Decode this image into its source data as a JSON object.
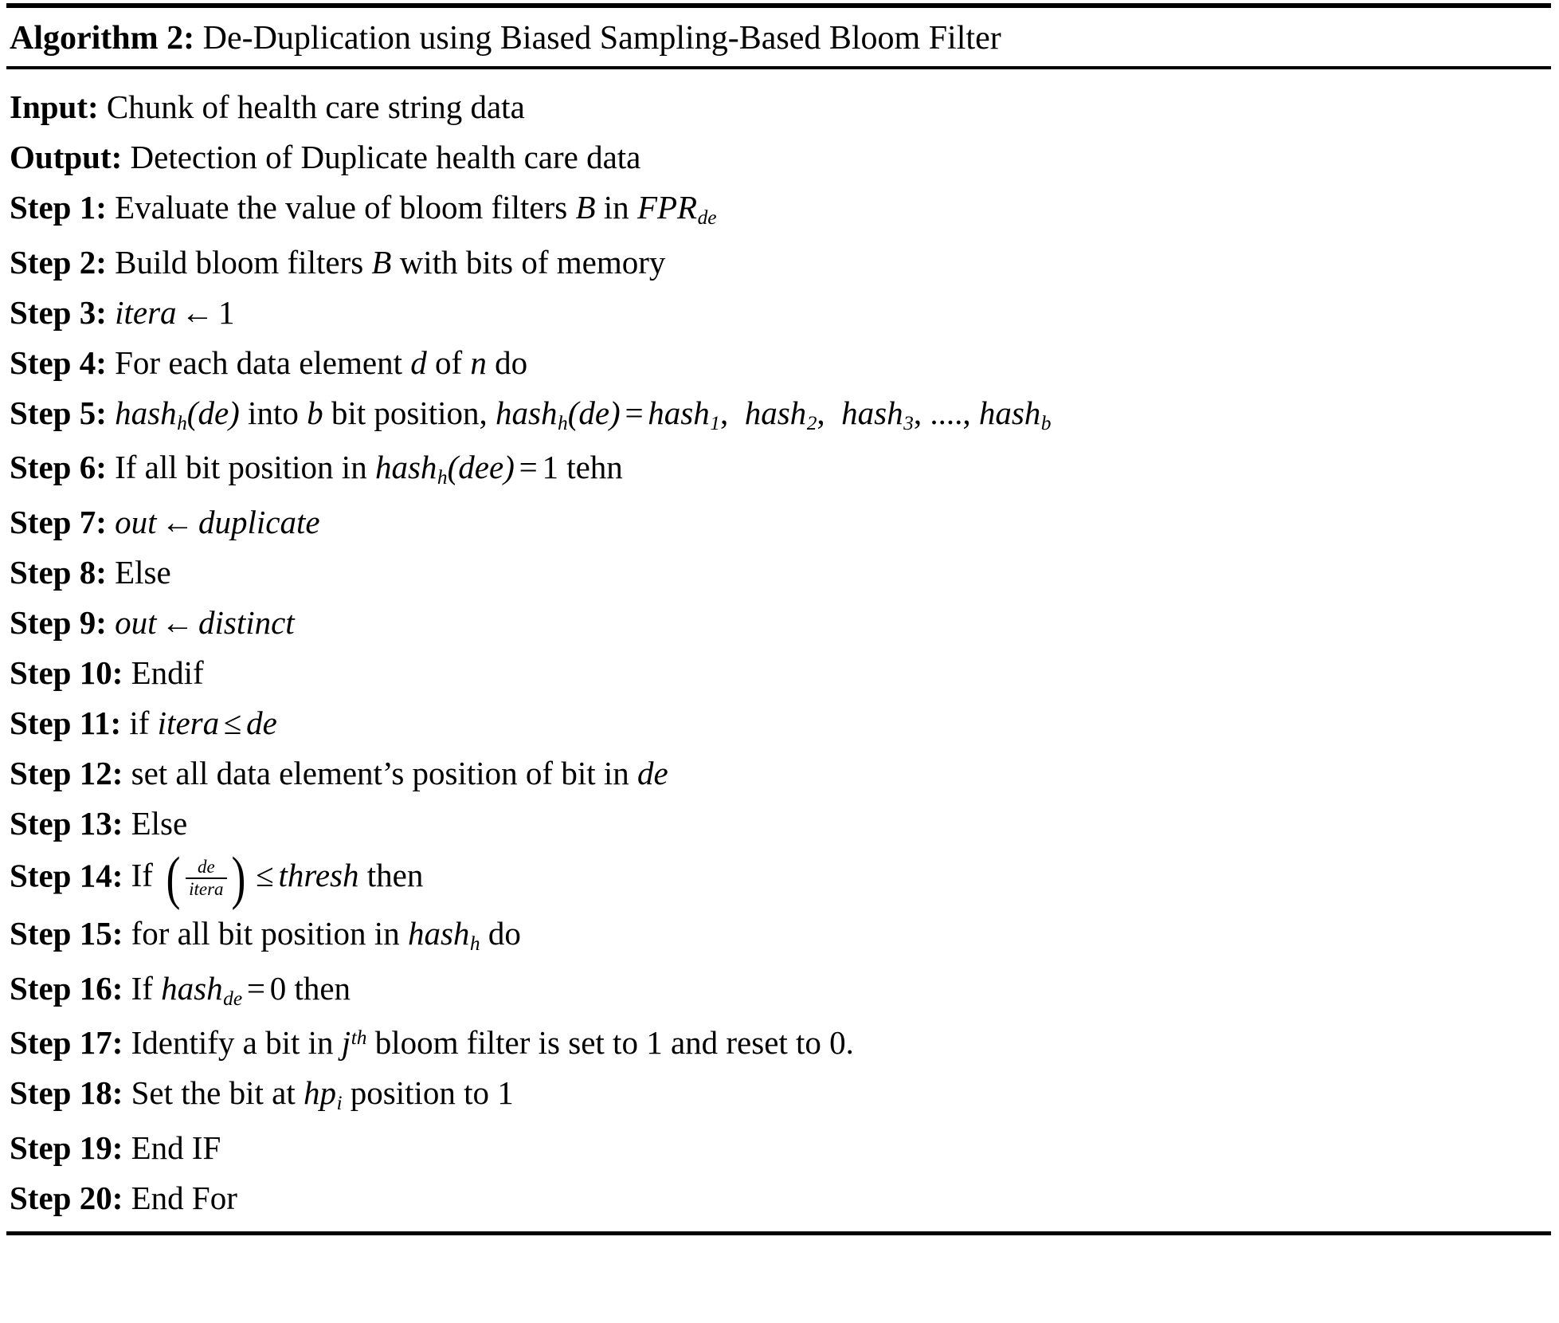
{
  "algorithm": {
    "title_label": "Algorithm 2:",
    "title_text": "De-Duplication using Biased Sampling-Based Bloom Filter",
    "lines": [
      {
        "label": "Input:",
        "text": "Chunk of health care string data"
      },
      {
        "label": "Output:",
        "text": "Detection of Duplicate health care data"
      },
      {
        "label": "Step 1:",
        "text": "Evaluate the value of bloom filters B in FPR_de"
      },
      {
        "label": "Step 2:",
        "text": "Build bloom filters B with bits of memory"
      },
      {
        "label": "Step 3:",
        "text": "itera ← 1"
      },
      {
        "label": "Step 4:",
        "text": "For each data element d of n do"
      },
      {
        "label": "Step 5:",
        "text": "hash_h(de) into b bit position, hash_h(de) = hash_1,  hash_2,  hash_3, ...., hash_b"
      },
      {
        "label": "Step 6:",
        "text": "If all bit position in hash_h(dee) = 1 tehn"
      },
      {
        "label": "Step 7:",
        "text": "out ← duplicate"
      },
      {
        "label": "Step 8:",
        "text": "Else"
      },
      {
        "label": "Step 9:",
        "text": "out ← distinct"
      },
      {
        "label": "Step 10:",
        "text": "Endif"
      },
      {
        "label": "Step 11:",
        "text": "if itera ≤ de"
      },
      {
        "label": "Step 12:",
        "text": "set all data element’s position of bit in de"
      },
      {
        "label": "Step 13:",
        "text": "Else"
      },
      {
        "label": "Step 14:",
        "text": "If (de/itera) ≤ thresh then"
      },
      {
        "label": "Step 15:",
        "text": "for all bit position in hash_h do"
      },
      {
        "label": "Step 16:",
        "text": "If hash_de = 0 then"
      },
      {
        "label": "Step 17:",
        "text": "Identify a bit in j^th bloom filter is set to 1 and reset to 0."
      },
      {
        "label": "Step 18:",
        "text": "Set the bit at hp_i position to 1"
      },
      {
        "label": "Step 19:",
        "text": "End IF"
      },
      {
        "label": "Step 20:",
        "text": "End For"
      }
    ],
    "tokens": {
      "arrow": "←",
      "leq": "≤",
      "eq": "=",
      "apostrophe": "’",
      "ellipsis": "....",
      "paren_open": "(",
      "paren_close": ")",
      "var_B": "B",
      "var_b": "b",
      "var_d": "d",
      "var_n": "n",
      "var_h": "h",
      "var_de": "de",
      "var_dee": "dee",
      "var_i": "i",
      "var_j": "j",
      "var_th": "th",
      "var_itera": "itera",
      "var_thresh": "thresh",
      "var_out": "out",
      "var_duplicate": "duplicate",
      "var_distinct": "distinct",
      "var_hash": "hash",
      "var_hp": "hp",
      "var_FPR": "FPR",
      "num_0": "0",
      "num_1": "1",
      "num_2": "2",
      "num_3": "3",
      "w_evaluate": "Evaluate the value of bloom filters",
      "w_in": "in",
      "w_build": "Build bloom filters",
      "w_with_bits": "with bits of memory",
      "w_foreach": "For each data element",
      "w_of": "of",
      "w_do": "do",
      "w_into": "into",
      "w_bitposition": "bit position,",
      "w_ifall": "If all bit position in",
      "w_tehn": "tehn",
      "w_else": "Else",
      "w_endif": "Endif",
      "w_if_lower": "if",
      "w_setall": "set all data element’s position of bit in",
      "w_If": "If",
      "w_then": "then",
      "w_forall": "for all bit position in",
      "w_identify": "Identify a bit in",
      "w_bloomset": "bloom filter is set to 1 and reset to 0.",
      "w_setbit": "Set the bit at",
      "w_positionto1": "position to 1",
      "w_endif_caps": "End IF",
      "w_endfor": "End For",
      "w_chunk": "Chunk of health care string data",
      "w_detection": "Detection of Duplicate health care data"
    }
  },
  "colors": {
    "ink": "#000000",
    "page": "#ffffff"
  }
}
